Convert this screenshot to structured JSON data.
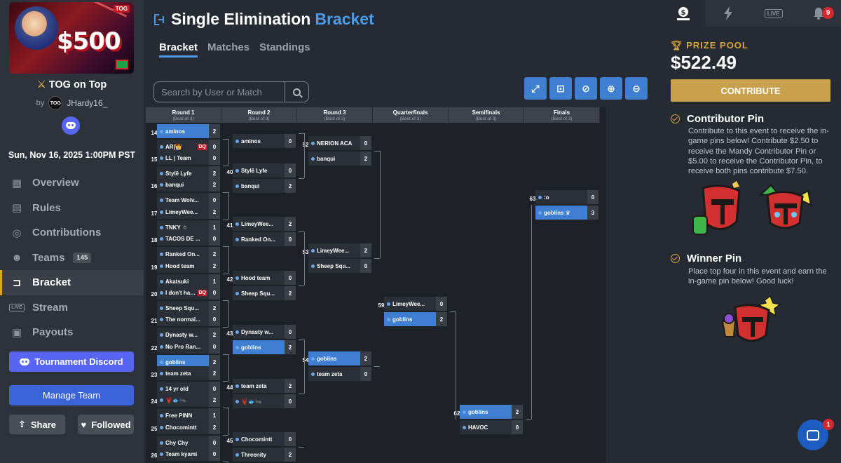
{
  "sidebar": {
    "banner": {
      "amount": "$500",
      "brand": "TOG"
    },
    "event_title": "TOG on Top",
    "by_label": "by",
    "organizer_avatar": "TOG",
    "organizer": "JHardy16_",
    "date": "Sun, Nov 16, 2025 1:00PM PST",
    "nav": [
      {
        "label": "Overview",
        "icon": "grid-icon"
      },
      {
        "label": "Rules",
        "icon": "book-icon"
      },
      {
        "label": "Contributions",
        "icon": "coins-icon"
      },
      {
        "label": "Teams",
        "icon": "people-icon",
        "badge": "145"
      },
      {
        "label": "Bracket",
        "icon": "bracket-icon",
        "active": true
      },
      {
        "label": "Stream",
        "icon": "live-icon",
        "live_text": "LIVE"
      },
      {
        "label": "Payouts",
        "icon": "wallet-icon"
      }
    ],
    "buttons": {
      "discord": "Tournament Discord",
      "manage": "Manage Team",
      "share": "Share",
      "follow": "Followed"
    }
  },
  "main": {
    "title_main": "Single Elimination",
    "title_accent": "Bracket",
    "tabs": [
      "Bracket",
      "Matches",
      "Standings"
    ],
    "active_tab": "Bracket",
    "search_placeholder": "Search by User or Match",
    "tools": [
      "fullscreen-icon",
      "fit-icon",
      "hide-icon",
      "zoom-in-icon",
      "zoom-out-icon"
    ]
  },
  "bracket": {
    "rounds": [
      {
        "name": "Round 1",
        "best_of": "(Best of 3)"
      },
      {
        "name": "Round 2",
        "best_of": "(Best of 3)"
      },
      {
        "name": "Round 3",
        "best_of": "(Best of 3)"
      },
      {
        "name": "Quarterfinals",
        "best_of": "(Best of 3)"
      },
      {
        "name": "Semifinals",
        "best_of": "(Best of 3)"
      },
      {
        "name": "Finals",
        "best_of": "(Best of 3)"
      }
    ],
    "matches": [
      {
        "round": 0,
        "num": "14",
        "p1": "aminos",
        "s1": "2",
        "p2": "AR|👑",
        "s2": "0",
        "dq2": "DQ",
        "win": 0
      },
      {
        "round": 0,
        "num": "15",
        "p1": "LL | Team",
        "s1": "0",
        "p2": "Stylē Lyfe",
        "s2": "2",
        "win": -1
      },
      {
        "round": 0,
        "num": "16",
        "p1": "banqui",
        "s1": "2",
        "p2": "Team Wolv...",
        "s2": "0",
        "win": -1
      },
      {
        "round": 0,
        "num": "17",
        "p1": "LimeyWee...",
        "s1": "2",
        "p2": "TNKY ☃",
        "s2": "1",
        "win": -1
      },
      {
        "round": 0,
        "num": "18",
        "p1": "TACOS DE ...",
        "s1": "0",
        "p2": "Ranked On...",
        "s2": "2",
        "win": -1
      },
      {
        "round": 0,
        "num": "19",
        "p1": "Hood team",
        "s1": "2",
        "p2": "Akatsuki",
        "s2": "1",
        "win": -1
      },
      {
        "round": 0,
        "num": "20",
        "p1": "I don't hav...",
        "s1": "0",
        "dq1": "DQ",
        "p2": "Sheep Squ...",
        "s2": "2",
        "win": -1
      },
      {
        "round": 0,
        "num": "21",
        "p1": "The normal...",
        "s1": "0",
        "p2": "Dynasty w...",
        "s2": "2",
        "win": -1
      },
      {
        "round": 0,
        "num": "22",
        "p1": "No Pro Ran...",
        "s1": "0",
        "p2": "goblins",
        "s2": "2",
        "win": 1
      },
      {
        "round": 0,
        "num": "23",
        "p1": "team zeta",
        "s1": "2",
        "p2": "14 yr old",
        "s2": "0",
        "win": -1
      },
      {
        "round": 0,
        "num": "24",
        "p1": "🦞🐟🐜",
        "s1": "2",
        "p2": "Free PINN",
        "s2": "1",
        "win": -1
      },
      {
        "round": 0,
        "num": "25",
        "p1": "Chocomintt",
        "s1": "2",
        "p2": "Chy Chy",
        "s2": "0",
        "win": -1
      },
      {
        "round": 0,
        "num": "26",
        "p1": "Team kyami",
        "s1": "0",
        "p2": "",
        "s2": "",
        "win": -1
      },
      {
        "round": 1,
        "num": "",
        "p1": "",
        "s1": "",
        "p2": "aminos",
        "s2": "0",
        "win": -1
      },
      {
        "round": 1,
        "num": "40",
        "p1": "Stylē Lyfe",
        "s1": "0",
        "p2": "banqui",
        "s2": "2",
        "win": -1
      },
      {
        "round": 1,
        "num": "41",
        "p1": "LimeyWee...",
        "s1": "2",
        "p2": "Ranked On...",
        "s2": "0",
        "win": -1
      },
      {
        "round": 1,
        "num": "42",
        "p1": "Hood team",
        "s1": "0",
        "p2": "Sheep Squ...",
        "s2": "2",
        "win": -1
      },
      {
        "round": 1,
        "num": "43",
        "p1": "Dynasty w...",
        "s1": "0",
        "p2": "goblins",
        "s2": "2",
        "win": 1
      },
      {
        "round": 1,
        "num": "44",
        "p1": "team zeta",
        "s1": "2",
        "p2": "🦞🐟🐜",
        "s2": "0",
        "win": -1
      },
      {
        "round": 1,
        "num": "45",
        "p1": "Chocomintt",
        "s1": "0",
        "p2": "Threenity",
        "s2": "2",
        "win": -1
      },
      {
        "round": 2,
        "num": "52",
        "p1": "NERION ACA",
        "s1": "0",
        "p2": "banqui",
        "s2": "2",
        "win": -1
      },
      {
        "round": 2,
        "num": "53",
        "p1": "LimeyWee...",
        "s1": "2",
        "p2": "Sheep Squ...",
        "s2": "0",
        "win": -1
      },
      {
        "round": 2,
        "num": "54",
        "p1": "goblins",
        "s1": "2",
        "p2": "team zeta",
        "s2": "0",
        "win": 0
      },
      {
        "round": 3,
        "num": "59",
        "p1": "LimeyWee...",
        "s1": "0",
        "p2": "goblins",
        "s2": "2",
        "win": 1
      },
      {
        "round": 4,
        "num": "62",
        "p1": "goblins",
        "s1": "2",
        "p2": "HAVOC",
        "s2": "0",
        "win": 0
      },
      {
        "round": 5,
        "num": "63",
        "p1": ":o",
        "s1": "0",
        "p2": "goblins ♛",
        "s2": "3",
        "win": 1
      }
    ]
  },
  "right": {
    "tabs": [
      {
        "icon": "prize-icon",
        "active": true
      },
      {
        "icon": "bolt-icon"
      },
      {
        "icon": "live-icon",
        "text": "LIVE"
      },
      {
        "icon": "bell-icon",
        "badge": "9"
      }
    ],
    "prize_label": "PRIZE POOL",
    "prize_amount": "$522.49",
    "contribute_button": "CONTRIBUTE",
    "contributor_title": "Contributor Pin",
    "contributor_desc": "Contribute to this event to receive the in-game pins below! Contribute $2.50 to receive the Mandy Contributor Pin or $5.00 to receive the Contributor Pin, to receive both pins contribute $7.50.",
    "winner_title": "Winner Pin",
    "winner_desc": "Place top four in this event and earn the in-game pin below! Good luck!",
    "chat_badge": "1"
  },
  "colors": {
    "accent_blue": "#4c9be8",
    "gold": "#d9a63a",
    "win_slot": "#3e7fd1",
    "discord": "#5865f2",
    "alert": "#d8262e"
  }
}
